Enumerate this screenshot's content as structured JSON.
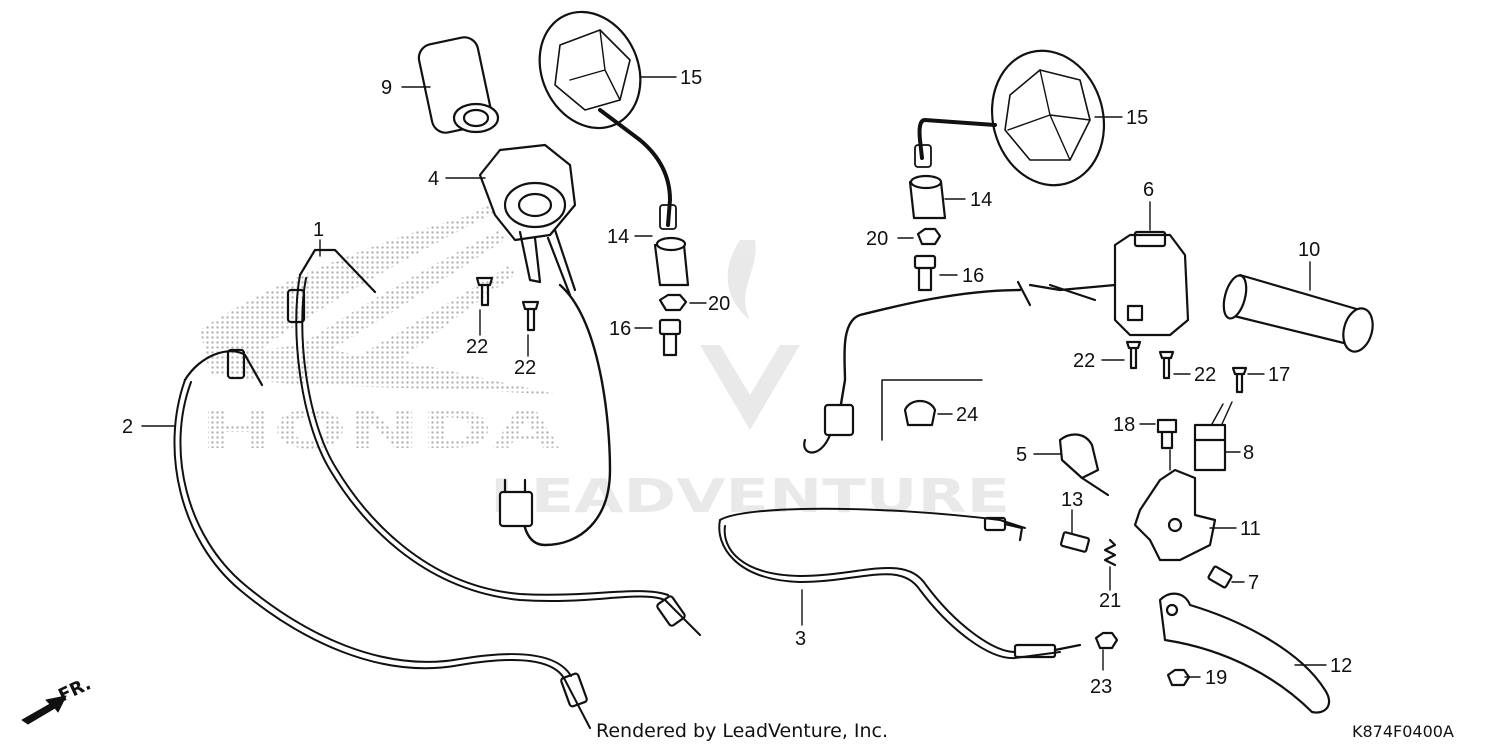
{
  "diagram": {
    "watermark_logo_text": "HONDA",
    "watermark_company_text": "LEADVENTURE",
    "direction_marker": "FR.",
    "footer_credit": "Rendered by LeadVenture, Inc.",
    "diagram_code": "K874F0400A",
    "callouts": {
      "p1": "1",
      "p2": "2",
      "p3": "3",
      "p4": "4",
      "p5": "5",
      "p6": "6",
      "p7": "7",
      "p8": "8",
      "p9": "9",
      "p10": "10",
      "p11": "11",
      "p12": "12",
      "p13": "13",
      "p14a": "14",
      "p14b": "14",
      "p15a": "15",
      "p15b": "15",
      "p16a": "16",
      "p16b": "16",
      "p17": "17",
      "p18": "18",
      "p19": "19",
      "p20a": "20",
      "p20b": "20",
      "p21": "21",
      "p22a": "22",
      "p22b": "22",
      "p22c": "22",
      "p22d": "22",
      "p23": "23",
      "p24": "24"
    }
  }
}
